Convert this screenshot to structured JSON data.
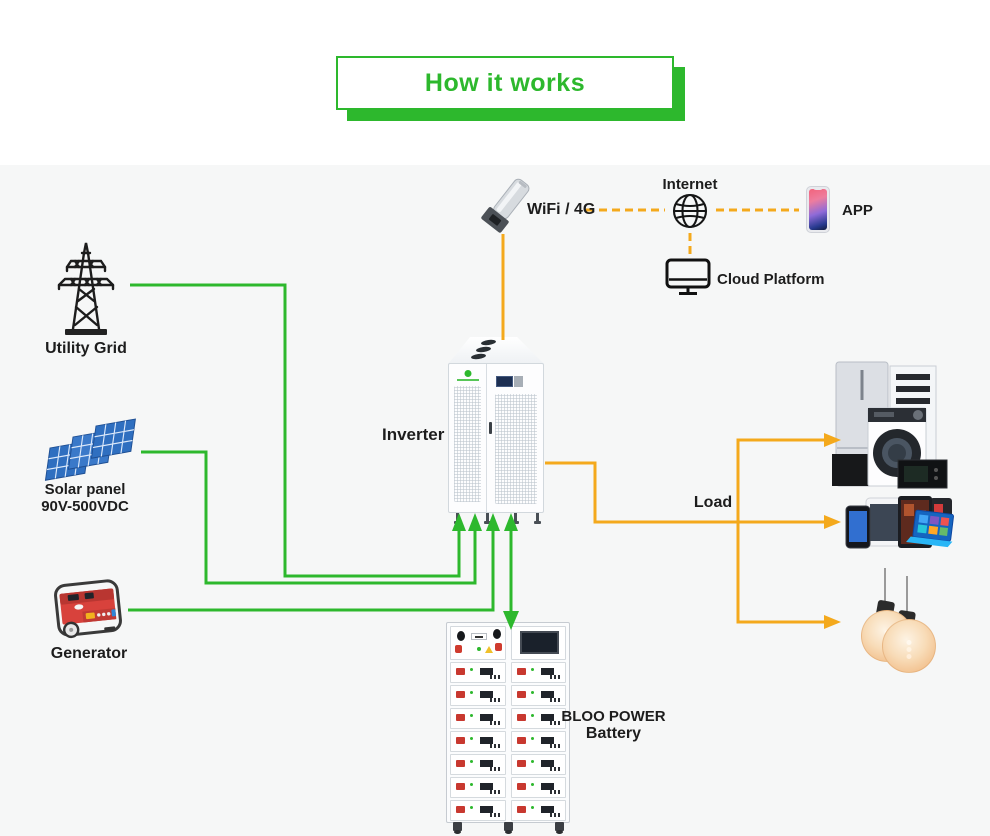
{
  "title": {
    "text": "How it works"
  },
  "colors": {
    "green": "#2db82d",
    "yellow": "#f4a91c",
    "text": "#1d1d1d",
    "bg": "#f6f7f7",
    "red": "#d8423c",
    "blue": "#2f6fc0"
  },
  "nodes": {
    "utility_grid": {
      "label": "Utility Grid",
      "icon": "transmission-tower-icon"
    },
    "solar_panel": {
      "label": "Solar panel",
      "sublabel": "90V-500VDC",
      "icon": "solar-panel-icon"
    },
    "generator": {
      "label": "Generator",
      "icon": "generator-icon"
    },
    "inverter": {
      "label": "Inverter",
      "icon": "inverter-cabinet"
    },
    "wifi": {
      "label": "WiFi / 4G",
      "icon": "wifi-dongle-icon"
    },
    "internet": {
      "label": "Internet",
      "icon": "globe-icon"
    },
    "app": {
      "label": "APP",
      "icon": "smartphone-icon"
    },
    "cloud": {
      "label": "Cloud Platform",
      "icon": "monitor-icon"
    },
    "load": {
      "label": "Load",
      "icons": [
        "home-appliances",
        "mobile-devices",
        "light-bulbs"
      ]
    },
    "battery": {
      "label_line1": "BLOO POWER",
      "label_line2": "Battery",
      "icon": "battery-rack",
      "module_rows": 7,
      "columns": 2
    }
  },
  "connections": [
    {
      "from": "utility_grid",
      "to": "inverter",
      "style": "solid",
      "color": "green"
    },
    {
      "from": "solar_panel",
      "to": "inverter",
      "style": "solid",
      "color": "green"
    },
    {
      "from": "generator",
      "to": "inverter",
      "style": "solid",
      "color": "green"
    },
    {
      "from": "inverter",
      "to": "battery",
      "style": "solid-bidirectional",
      "color": "green"
    },
    {
      "from": "inverter",
      "to": "wifi",
      "style": "solid",
      "color": "yellow"
    },
    {
      "from": "wifi",
      "to": "internet",
      "style": "dashed",
      "color": "yellow"
    },
    {
      "from": "internet",
      "to": "app",
      "style": "dashed",
      "color": "yellow"
    },
    {
      "from": "internet",
      "to": "cloud",
      "style": "dashed",
      "color": "yellow"
    },
    {
      "from": "inverter",
      "to": "load-appliances",
      "style": "solid-arrow",
      "color": "yellow"
    },
    {
      "from": "inverter",
      "to": "load-devices",
      "style": "solid-arrow",
      "color": "yellow"
    },
    {
      "from": "inverter",
      "to": "load-bulbs",
      "style": "solid-arrow",
      "color": "yellow"
    }
  ]
}
